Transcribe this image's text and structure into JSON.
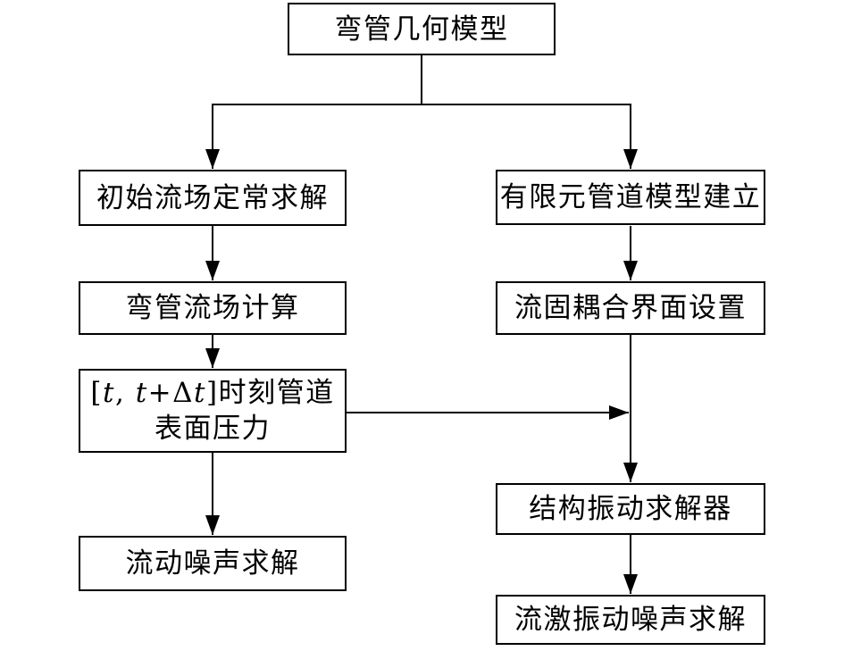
{
  "diagram": {
    "kind": "flowchart",
    "background_color": "#ffffff",
    "line_color": "#000000",
    "box_fill_color": "#ffffff",
    "box_border_color": "#000000",
    "text_color": "#000000"
  },
  "nodes": {
    "root": {
      "label": "弯管几何模型"
    },
    "left1": {
      "label": "初始流场定常求解"
    },
    "left2": {
      "label": "弯管流场计算"
    },
    "left3": {
      "line1_segments": [
        {
          "text": "["
        },
        {
          "text": "t"
        },
        {
          "text": ", "
        },
        {
          "text": "t"
        },
        {
          "text": "+Δ"
        },
        {
          "text": "t"
        },
        {
          "text": "]时刻管道"
        }
      ],
      "line2": "表面压力"
    },
    "left4": {
      "label": "流动噪声求解"
    },
    "right1": {
      "label": "有限元管道模型建立"
    },
    "right2": {
      "label": "流固耦合界面设置"
    },
    "right3": {
      "label": "结构振动求解器"
    },
    "right4": {
      "label": "流激振动噪声求解"
    }
  }
}
